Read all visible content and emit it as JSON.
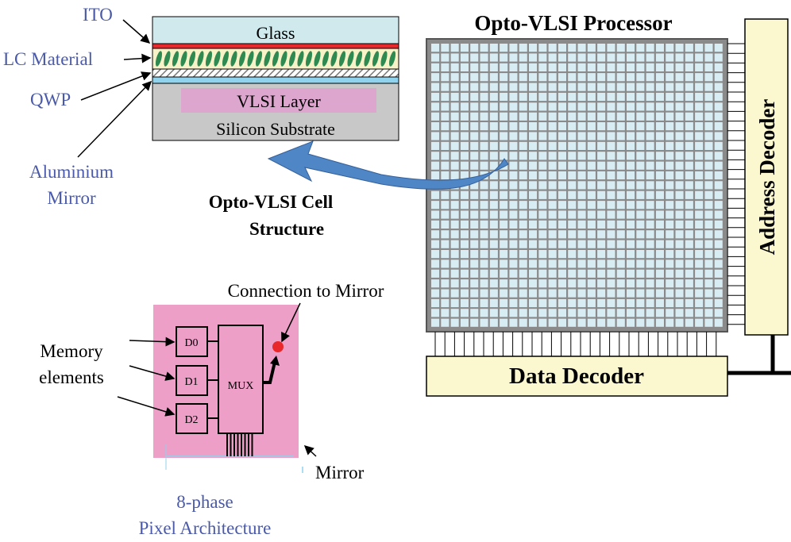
{
  "cell_structure": {
    "caption_line1": "Opto-VLSI Cell",
    "caption_line2": "Structure",
    "layers": {
      "glass": "Glass",
      "vlsi": "VLSI Layer",
      "substrate": "Silicon Substrate"
    },
    "callouts": {
      "ito": "ITO",
      "lc": "LC Material",
      "qwp": "QWP",
      "mirror_line1": "Aluminium",
      "mirror_line2": "Mirror"
    }
  },
  "processor": {
    "title": "Opto-VLSI Processor",
    "address_decoder": "Address Decoder",
    "data_decoder": "Data Decoder"
  },
  "pixel": {
    "connection": "Connection to Mirror",
    "memory_line1": "Memory",
    "memory_line2": "elements",
    "d0": "D0",
    "d1": "D1",
    "d2": "D2",
    "mux": "MUX",
    "mirror": "Mirror",
    "caption_line1": "8-phase",
    "caption_line2": "Pixel Architecture"
  },
  "colors": {
    "glass": "#cfe9ec",
    "ito": "#e8282b",
    "lc": "#f7f2c8",
    "lc_molecule": "#2f8a52",
    "qwp": "#8fd3ee",
    "substrate": "#c8c8c8",
    "vlsi": "#dda6cf",
    "pixel_bg": "#ee9fc8",
    "decoder": "#fbf8cf",
    "grid_bg": "#8a8a8a",
    "grid_cell": "#d7ecf3",
    "arrow": "#4f86c6",
    "label_blue": "#4a5aa8"
  }
}
